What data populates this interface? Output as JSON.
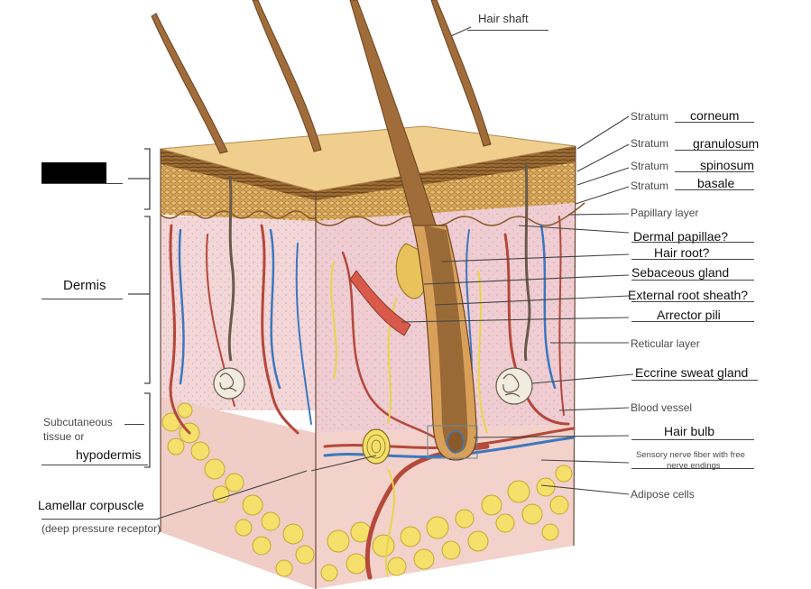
{
  "diagram": {
    "labels_left": {
      "dermis": "Dermis",
      "subcutaneous_line1": "Subcutaneous",
      "subcutaneous_line2": "tissue or",
      "hypodermis": "hypodermis",
      "lamellar_corpuscle": "Lamellar corpuscle",
      "lamellar_note": "(deep pressure receptor)"
    },
    "labels_right": {
      "hair_shaft": "Hair shaft",
      "stratum": "Stratum",
      "corneum": "corneum",
      "granulosum": "granulosum",
      "spinosum": "spinosum",
      "basale": "basale",
      "papillary_layer": "Papillary layer",
      "dermal_papillae": "Dermal papillae?",
      "hair_root": "Hair root?",
      "sebaceous_gland": "Sebaceous gland",
      "external_root_sheath": "External root sheath?",
      "arrector_pili": "Arrector pili",
      "reticular_layer": "Reticular layer",
      "eccrine_sweat_gland": "Eccrine sweat gland",
      "blood_vessel": "Blood vessel",
      "hair_bulb": "Hair bulb",
      "sensory_nerve_line1": "Sensory nerve fiber with free",
      "sensory_nerve_line2": "nerve endings",
      "adipose_cells": "Adipose cells"
    },
    "colors": {
      "epidermis": "#b8864a",
      "surface": "#f0cf8e",
      "dermis": "#f3d6d8",
      "hypodermis": "#f2cfc9",
      "fat": "#f4e06a",
      "hair": "#a06c3a",
      "artery": "#b5483a",
      "vein": "#3b78c0",
      "nerve": "#e8d64a",
      "redaction": "#000000"
    }
  }
}
